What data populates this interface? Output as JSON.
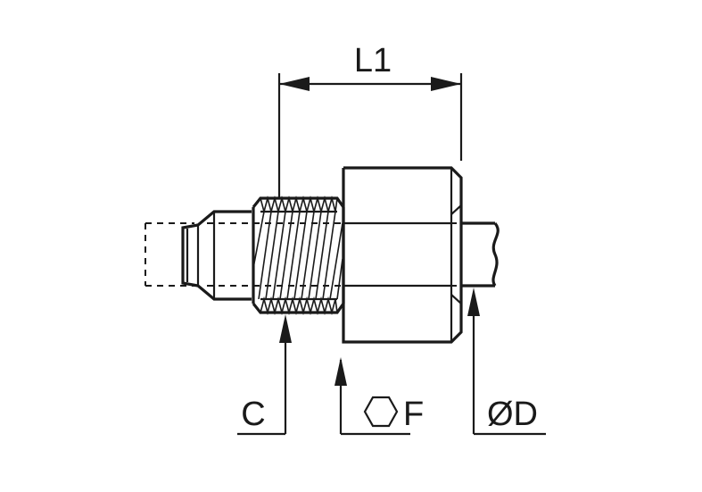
{
  "labels": {
    "length": "L1",
    "thread": "C",
    "hex": "F",
    "diameter": "ØD"
  },
  "icons": {
    "hex": "hexagon-icon"
  }
}
